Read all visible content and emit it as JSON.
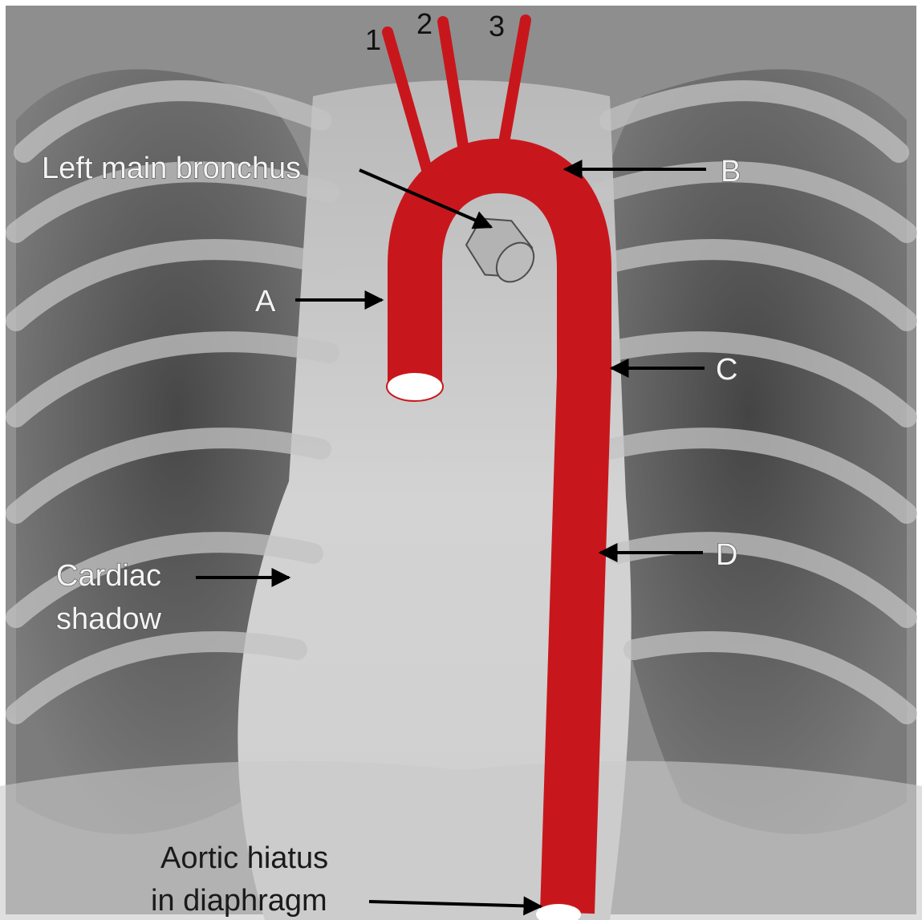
{
  "labels": {
    "branch_1": "1",
    "branch_2": "2",
    "branch_3": "3",
    "left_main_bronchus": "Left main bronchus",
    "a": "A",
    "b": "B",
    "c": "C",
    "d": "D",
    "cardiac_line1": "Cardiac",
    "cardiac_line2": "shadow",
    "hiatus_line1": "Aortic hiatus",
    "hiatus_line2": "in diaphragm"
  },
  "colors": {
    "aorta": "#c8171c",
    "bronchus": "#b3b3b3",
    "arrow": "#000000"
  }
}
